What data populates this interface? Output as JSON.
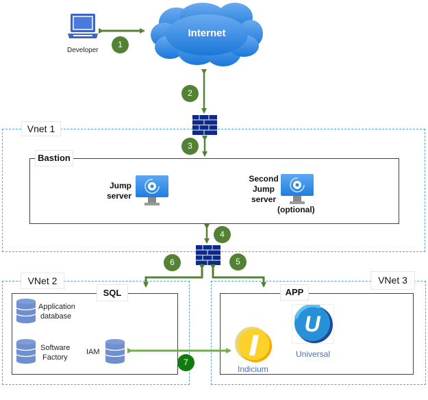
{
  "developer": {
    "label": "Developer",
    "icon": "laptop-icon"
  },
  "internet": {
    "label": "Internet",
    "icon": "cloud-icon"
  },
  "vnets": {
    "vnet1": {
      "label": "Vnet 1"
    },
    "vnet2": {
      "label": "VNet 2"
    },
    "vnet3": {
      "label": "VNet 3"
    }
  },
  "bastion": {
    "label": "Bastion",
    "jump_server": {
      "label_line1": "Jump",
      "label_line2": "server",
      "icon": "virtual-machine-icon"
    },
    "second_jump_server": {
      "label_line1": "Second",
      "label_line2": "Jump",
      "label_line3": "server",
      "note": "(optional)",
      "icon": "virtual-machine-icon"
    }
  },
  "sql": {
    "label": "SQL",
    "databases": [
      {
        "label_line1": "Application",
        "label_line2": "database",
        "icon": "database-icon"
      },
      {
        "label_line1": "Software",
        "label_line2": "Factory",
        "icon": "database-icon"
      },
      {
        "label_line1": "IAM",
        "icon": "database-icon"
      }
    ]
  },
  "app": {
    "label": "APP",
    "apps": [
      {
        "label": "Indicium",
        "letter": "I",
        "icon": "indicium-logo-icon"
      },
      {
        "label": "Universal",
        "letter": "U",
        "icon": "universal-logo-icon"
      }
    ]
  },
  "steps": [
    "1",
    "2",
    "3",
    "4",
    "5",
    "6",
    "7"
  ],
  "colors": {
    "arrow": "#548235",
    "arrow_light": "#70ad47",
    "badge": "#548235",
    "badge_dark": "#107c10",
    "vnet_border": "#5aa0d6",
    "firewall": "#0b2a8c",
    "cloud": "#3a8fe0",
    "database": "#6f8fcf"
  }
}
